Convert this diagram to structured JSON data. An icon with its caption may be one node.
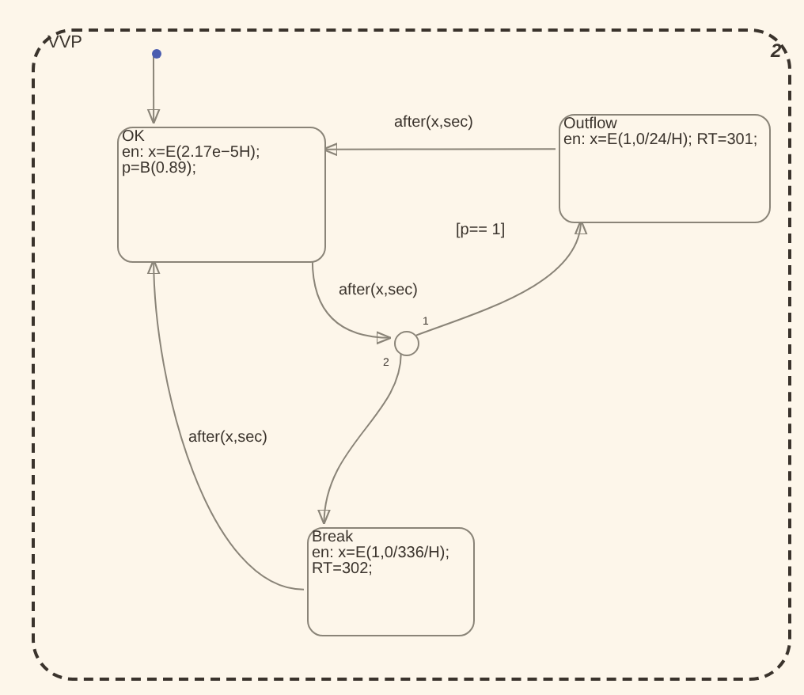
{
  "diagram": {
    "nodes": [
      {
        "text": [
          "VVP"
        ]
      },
      {
        "text": [],
        "shape": "circle",
        "in": 0
      },
      {
        "text": [
          "OK",
          "en: x=E(2.17e−5H); p=B(0.89);"
        ],
        "in": 0
      },
      {
        "text": [
          "Outflow",
          "en: x=E(1,0/24/H); RT=301;"
        ],
        "in": 0
      },
      {
        "text": [],
        "shape": "circle",
        "in": 0
      },
      {
        "text": [
          "Break",
          "en: x=E(1,0/336/H); RT=302;"
        ],
        "in": 0
      }
    ],
    "edges": [
      {
        "from": 1,
        "to": 2,
        "arrow": "to"
      },
      {
        "from": 3,
        "to": 2,
        "arrow": "to",
        "label": "after(x,sec)"
      },
      {
        "from": 2,
        "to": 4,
        "arrow": "to",
        "label": "after(x,sec)"
      },
      {
        "from": 4,
        "to": 3,
        "arrow": "to",
        "label": "[p== 1]"
      },
      {
        "from": 4,
        "to": 5,
        "arrow": "to"
      },
      {
        "from": 5,
        "to": 2,
        "arrow": "to",
        "label": "after(x,sec)"
      }
    ],
    "labels": [
      "2",
      "1",
      "2"
    ]
  }
}
